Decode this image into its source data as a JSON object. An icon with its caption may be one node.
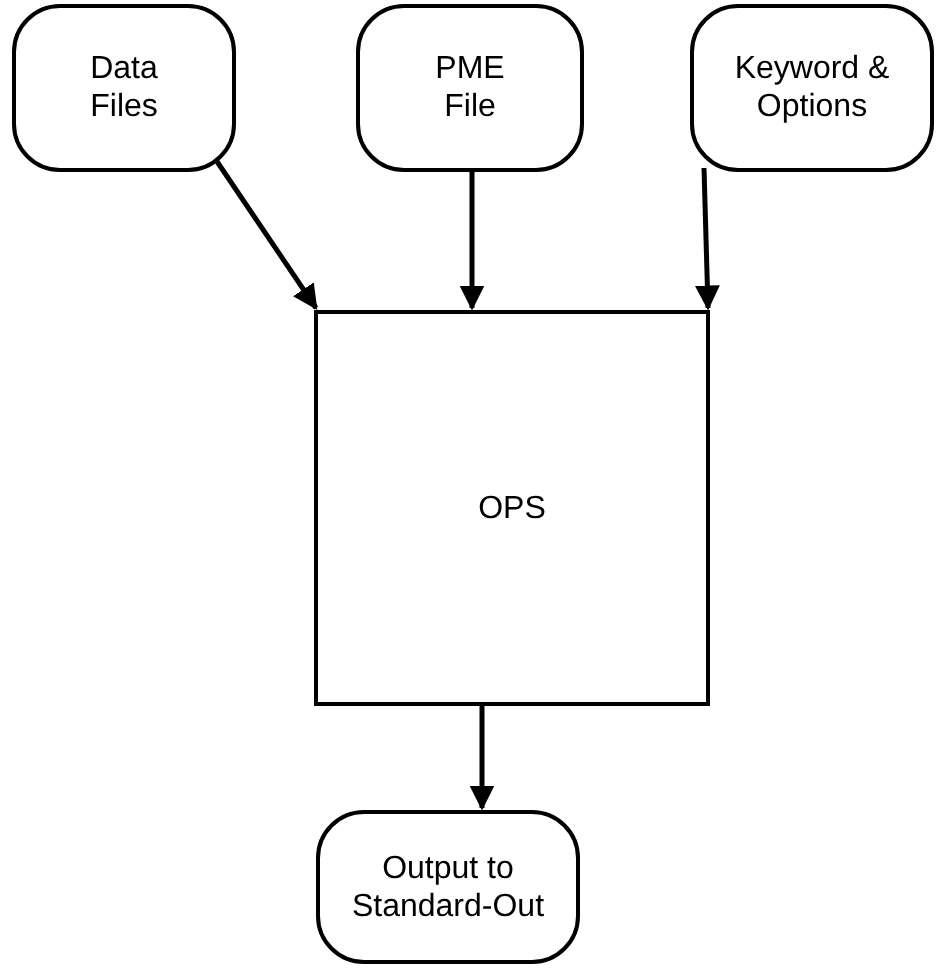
{
  "diagram": {
    "nodes": [
      {
        "text": [
          "Data Files"
        ]
      },
      {
        "text": [
          "PME File"
        ]
      },
      {
        "text": [
          "Keyword & Options"
        ]
      },
      {
        "text": [
          "OPS"
        ]
      },
      {
        "text": [
          "Output to Standard-Out"
        ]
      }
    ],
    "edges": [
      {
        "from": 0,
        "to": 3,
        "arrow": "to"
      },
      {
        "from": 1,
        "to": 3,
        "arrow": "to"
      },
      {
        "from": 2,
        "to": 3,
        "arrow": "to"
      },
      {
        "from": 3,
        "to": 4,
        "arrow": "to"
      }
    ]
  }
}
